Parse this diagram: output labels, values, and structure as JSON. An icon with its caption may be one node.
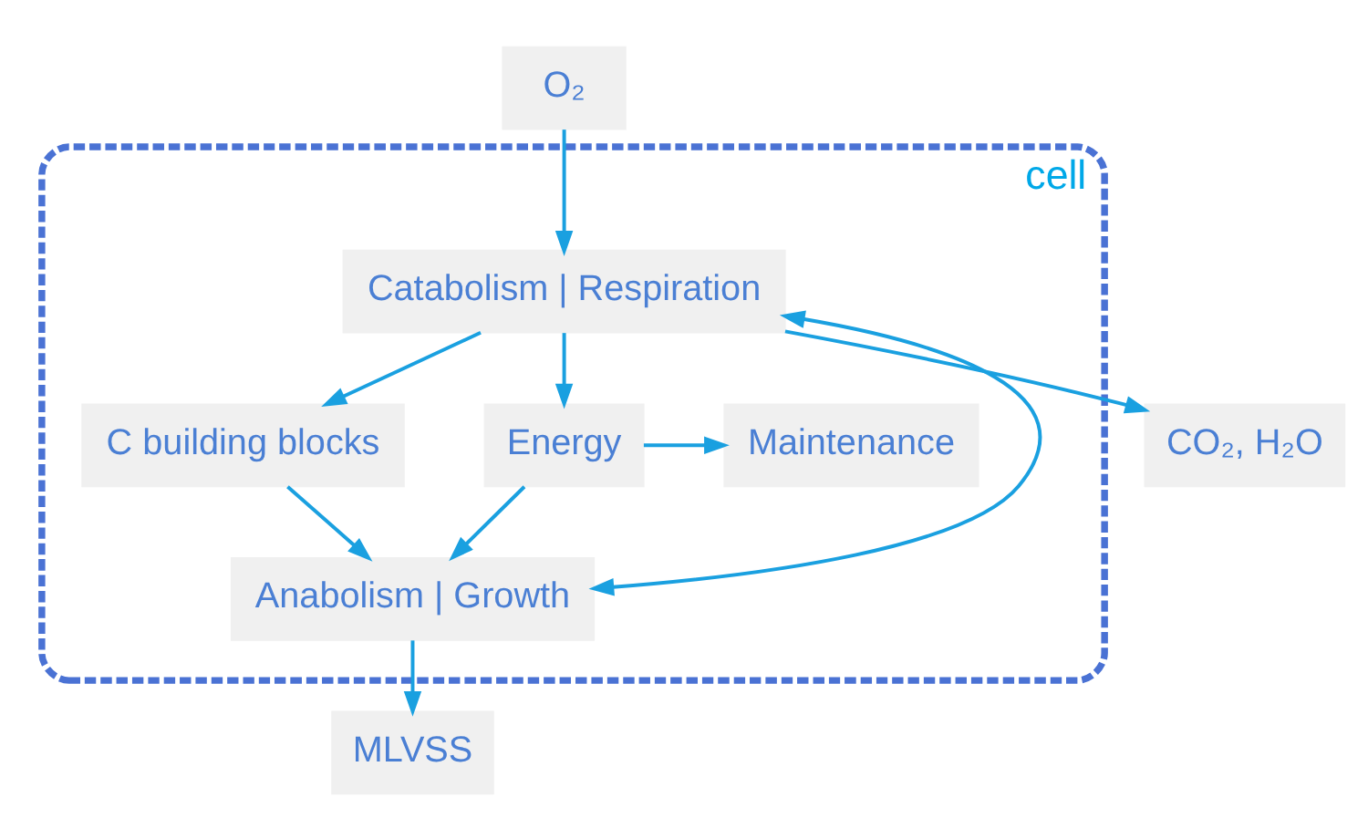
{
  "diagram": {
    "nodes": [
      {
        "text": [
          "cell"
        ]
      },
      {
        "text": [
          "O₂"
        ]
      },
      {
        "text": [
          "Catabolism | Respiration"
        ],
        "in": 0
      },
      {
        "text": [
          "C building blocks"
        ],
        "in": 0
      },
      {
        "text": [
          "Energy"
        ],
        "in": 0
      },
      {
        "text": [
          "Maintenance"
        ],
        "in": 0
      },
      {
        "text": [
          "Anabolism | Growth"
        ],
        "in": 0
      },
      {
        "text": [
          "CO₂, H₂O"
        ]
      },
      {
        "text": [
          "MLVSS"
        ]
      }
    ],
    "edges": [
      {
        "from": 1,
        "to": 2,
        "arrow": "to"
      },
      {
        "from": 2,
        "to": 3,
        "arrow": "to"
      },
      {
        "from": 2,
        "to": 4,
        "arrow": "to"
      },
      {
        "from": 4,
        "to": 5,
        "arrow": "to"
      },
      {
        "from": 3,
        "to": 6,
        "arrow": "to"
      },
      {
        "from": 4,
        "to": 6,
        "arrow": "to"
      },
      {
        "from": 2,
        "to": 7,
        "arrow": "to"
      },
      {
        "from": 6,
        "to": 8,
        "arrow": "to"
      },
      {
        "from": 2,
        "to": 6,
        "arrow": "both"
      }
    ]
  }
}
